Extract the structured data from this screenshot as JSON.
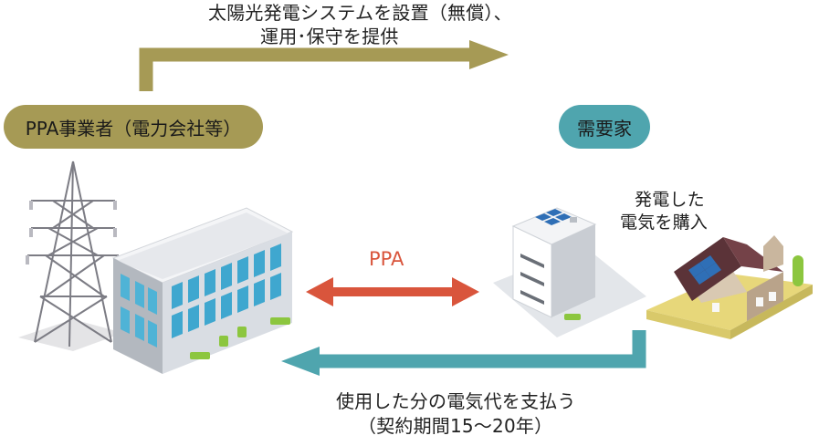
{
  "top_arrow": {
    "line1": "太陽光発電システムを設置（無償）、",
    "line2": "運用･保守を提供",
    "color": "#a69a55"
  },
  "ppa_provider": {
    "label": "PPA事業者（電力会社等）",
    "color": "#a69a55"
  },
  "consumer": {
    "label": "需要家",
    "color": "#4fa5ae"
  },
  "middle_arrow": {
    "label": "PPA",
    "color": "#d9553c"
  },
  "purchase_note": {
    "line1": "発電した",
    "line2": "電気を購入"
  },
  "bottom_arrow": {
    "line1": "使用した分の電気代を支払う",
    "line2": "（契約期間15～20年）",
    "color": "#4fa5ae"
  },
  "icons": {
    "tower": "power-transmission-tower-icon",
    "office": "office-building-icon",
    "apartment": "solar-roof-apartment-icon",
    "house": "solar-roof-house-icon"
  }
}
